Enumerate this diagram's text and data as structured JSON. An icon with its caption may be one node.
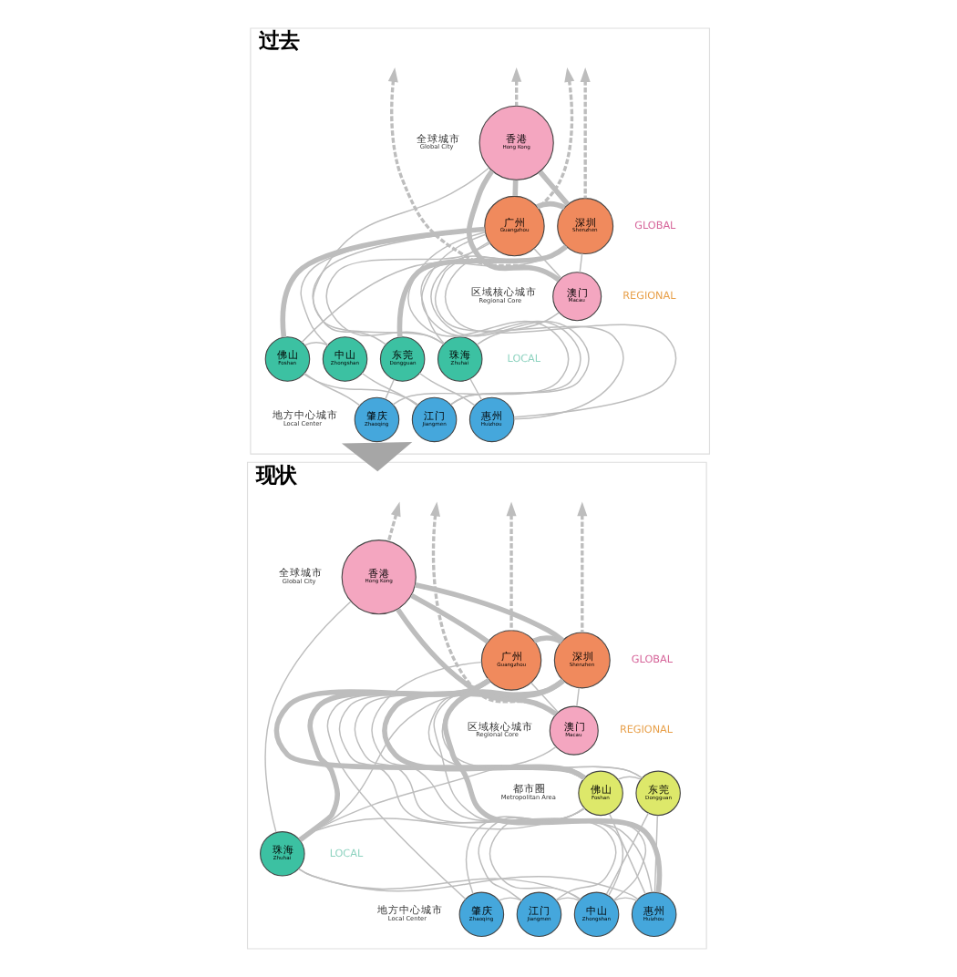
{
  "diagram": {
    "nodes": [
      {
        "text": [
          "过去"
        ]
      },
      {
        "text": [
          "广州",
          "Guangzhou"
        ],
        "in": 0
      },
      {
        "text": [
          "深圳",
          "Shenzhen"
        ],
        "in": 0
      },
      {
        "text": [
          "香港",
          "Hong Kong"
        ],
        "in": 0
      },
      {
        "text": [
          "澳门",
          "Macau"
        ],
        "in": 0
      },
      {
        "text": [
          "佛山",
          "Foshan"
        ],
        "in": 0
      },
      {
        "text": [
          "中山",
          "Zhongshan"
        ],
        "in": 0
      },
      {
        "text": [
          "东莞",
          "Dongguan"
        ],
        "in": 0
      },
      {
        "text": [
          "珠海",
          "Zhuhai"
        ],
        "in": 0
      },
      {
        "text": [
          "肇庆",
          "Zhaoqing"
        ],
        "in": 0
      },
      {
        "text": [
          "江门",
          "Jiangmen"
        ],
        "in": 0
      },
      {
        "text": [
          "惠州",
          "Huizhou"
        ],
        "in": 0
      },
      {
        "text": [
          "现状"
        ]
      },
      {
        "text": [
          "广州",
          "Guangzhou"
        ],
        "in": 12
      },
      {
        "text": [
          "深圳",
          "Shenzhen"
        ],
        "in": 12
      },
      {
        "text": [
          "香港",
          "Hong Kong"
        ],
        "in": 12
      },
      {
        "text": [
          "澳门",
          "Macau"
        ],
        "in": 12
      },
      {
        "text": [
          "佛山",
          "Foshan"
        ],
        "in": 12
      },
      {
        "text": [
          "东莞",
          "Dongguan"
        ],
        "in": 12
      },
      {
        "text": [
          "珠海",
          "Zhuhai"
        ],
        "in": 12
      },
      {
        "text": [
          "肇庆",
          "Zhaoqing"
        ],
        "in": 12
      },
      {
        "text": [
          "江门",
          "Jiangmen"
        ],
        "in": 12
      },
      {
        "text": [
          "中山",
          "Zhongshan"
        ],
        "in": 12
      },
      {
        "text": [
          "惠州",
          "Huizhou"
        ],
        "in": 12
      }
    ],
    "edges": [
      {
        "from": 1,
        "to": 2,
        "arrow": "none",
        "style": "thick"
      },
      {
        "from": 1,
        "to": 3,
        "arrow": "none",
        "style": "thick"
      },
      {
        "from": 2,
        "to": 3,
        "arrow": "none",
        "style": "thick"
      },
      {
        "from": 3,
        "to": 4,
        "arrow": "none",
        "style": "thick"
      },
      {
        "from": 1,
        "to": 5,
        "arrow": "none",
        "style": "thick"
      },
      {
        "from": 1,
        "to": 9,
        "arrow": "none"
      },
      {
        "from": 1,
        "to": 10,
        "arrow": "none"
      },
      {
        "from": 1,
        "to": 6,
        "arrow": "none"
      },
      {
        "from": 1,
        "to": 7,
        "arrow": "none"
      },
      {
        "from": 1,
        "to": 8,
        "arrow": "none"
      },
      {
        "from": 1,
        "to": 11,
        "arrow": "none"
      },
      {
        "from": 1,
        "to": 4,
        "arrow": "none"
      },
      {
        "from": 2,
        "to": 5,
        "arrow": "none"
      },
      {
        "from": 2,
        "to": 7,
        "arrow": "none",
        "style": "thick"
      },
      {
        "from": 2,
        "to": 8,
        "arrow": "none"
      },
      {
        "from": 2,
        "to": 11,
        "arrow": "none"
      },
      {
        "from": 2,
        "to": 4,
        "arrow": "none"
      },
      {
        "from": 2,
        "to": 10,
        "arrow": "none"
      },
      {
        "from": 3,
        "to": 8,
        "arrow": "none"
      },
      {
        "from": 4,
        "to": 8,
        "arrow": "none"
      },
      {
        "from": 5,
        "to": 9,
        "arrow": "none"
      },
      {
        "from": 5,
        "to": 10,
        "arrow": "none"
      },
      {
        "from": 5,
        "to": 6,
        "arrow": "none"
      },
      {
        "from": 6,
        "to": 10,
        "arrow": "none"
      },
      {
        "from": 9,
        "to": 7,
        "arrow": "none"
      },
      {
        "from": 7,
        "to": 11,
        "arrow": "none"
      },
      {
        "from": 8,
        "to": 11,
        "arrow": "none"
      },
      {
        "from": 1,
        "to": null,
        "arrow": "to",
        "style": "dashed"
      },
      {
        "from": 2,
        "to": null,
        "arrow": "to",
        "style": "dashed"
      },
      {
        "from": 3,
        "to": null,
        "arrow": "to",
        "style": "dashed"
      },
      {
        "from": 4,
        "to": null,
        "arrow": "to",
        "style": "dashed"
      },
      {
        "from": 0,
        "to": 12,
        "arrow": "to",
        "style": "thick"
      },
      {
        "from": 13,
        "to": 14,
        "arrow": "none",
        "style": "thick"
      },
      {
        "from": 13,
        "to": 15,
        "arrow": "none",
        "style": "thick"
      },
      {
        "from": 14,
        "to": 15,
        "arrow": "none",
        "style": "thick"
      },
      {
        "from": 15,
        "to": 16,
        "arrow": "none",
        "style": "thick"
      },
      {
        "from": 13,
        "to": 17,
        "arrow": "none",
        "style": "thick"
      },
      {
        "from": 14,
        "to": 17,
        "arrow": "none",
        "style": "thick"
      },
      {
        "from": 13,
        "to": 18,
        "arrow": "none"
      },
      {
        "from": 17,
        "to": 18,
        "arrow": "none"
      },
      {
        "from": 13,
        "to": 20,
        "arrow": "none"
      },
      {
        "from": 13,
        "to": 21,
        "arrow": "none"
      },
      {
        "from": 13,
        "to": 22,
        "arrow": "none"
      },
      {
        "from": 13,
        "to": 19,
        "arrow": "none",
        "style": "thick"
      },
      {
        "from": 13,
        "to": 23,
        "arrow": "none"
      },
      {
        "from": 13,
        "to": 16,
        "arrow": "none"
      },
      {
        "from": 14,
        "to": 18,
        "arrow": "none"
      },
      {
        "from": 14,
        "to": 22,
        "arrow": "none"
      },
      {
        "from": 14,
        "to": 19,
        "arrow": "none"
      },
      {
        "from": 14,
        "to": 23,
        "arrow": "none",
        "style": "thick"
      },
      {
        "from": 14,
        "to": 16,
        "arrow": "none"
      },
      {
        "from": 15,
        "to": 19,
        "arrow": "none"
      },
      {
        "from": 16,
        "to": 19,
        "arrow": "none"
      },
      {
        "from": 17,
        "to": 20,
        "arrow": "none"
      },
      {
        "from": 17,
        "to": 21,
        "arrow": "none"
      },
      {
        "from": 17,
        "to": 22,
        "arrow": "none"
      },
      {
        "from": 17,
        "to": 19,
        "arrow": "none"
      },
      {
        "from": 17,
        "to": 23,
        "arrow": "none"
      },
      {
        "from": 18,
        "to": 22,
        "arrow": "none"
      },
      {
        "from": 18,
        "to": 23,
        "arrow": "none"
      },
      {
        "from": 20,
        "to": 21,
        "arrow": "none"
      },
      {
        "from": 21,
        "to": 22,
        "arrow": "none"
      },
      {
        "from": 22,
        "to": 19,
        "arrow": "none"
      },
      {
        "from": 19,
        "to": 23,
        "arrow": "none"
      },
      {
        "from": 22,
        "to": 23,
        "arrow": "none"
      },
      {
        "from": 13,
        "to": null,
        "arrow": "to",
        "style": "dashed"
      },
      {
        "from": 14,
        "to": null,
        "arrow": "to",
        "style": "dashed"
      },
      {
        "from": 15,
        "to": null,
        "arrow": "to",
        "style": "dashed"
      },
      {
        "from": 16,
        "to": null,
        "arrow": "to",
        "style": "dashed"
      }
    ],
    "labels": [
      "全球城市",
      "Global City",
      "GLOBAL",
      "区域核心城市",
      "Regional Core",
      "REGIONAL",
      "LOCAL",
      "地方中心城市",
      "Local Center",
      "全球城市",
      "Global City",
      "GLOBAL",
      "区域核心城市",
      "Regional Core",
      "REGIONAL",
      "都市圈",
      "Metropolitan Area",
      "LOCAL",
      "地方中心城市",
      "Local Center"
    ]
  }
}
